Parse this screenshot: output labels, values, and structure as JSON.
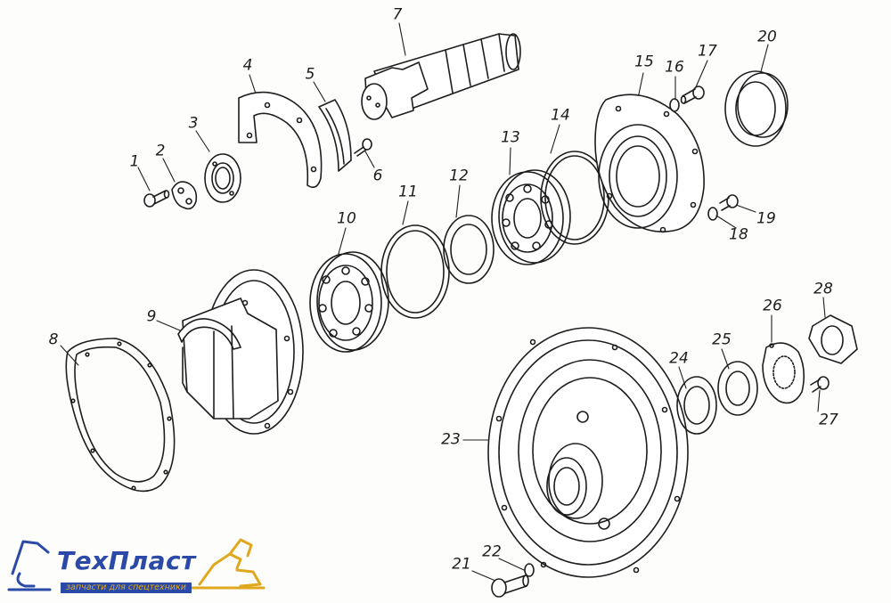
{
  "parts": [
    {
      "id": "p1",
      "label": "1"
    },
    {
      "id": "p2",
      "label": "2"
    },
    {
      "id": "p3",
      "label": "3"
    },
    {
      "id": "p4",
      "label": "4"
    },
    {
      "id": "p5",
      "label": "5"
    },
    {
      "id": "p6",
      "label": "6"
    },
    {
      "id": "p7",
      "label": "7"
    },
    {
      "id": "p8",
      "label": "8"
    },
    {
      "id": "p9",
      "label": "9"
    },
    {
      "id": "p10",
      "label": "10"
    },
    {
      "id": "p11",
      "label": "11"
    },
    {
      "id": "p12",
      "label": "12"
    },
    {
      "id": "p13",
      "label": "13"
    },
    {
      "id": "p14",
      "label": "14"
    },
    {
      "id": "p15",
      "label": "15"
    },
    {
      "id": "p16",
      "label": "16"
    },
    {
      "id": "p17",
      "label": "17"
    },
    {
      "id": "p18",
      "label": "18"
    },
    {
      "id": "p19",
      "label": "19"
    },
    {
      "id": "p20",
      "label": "20"
    },
    {
      "id": "p21",
      "label": "21"
    },
    {
      "id": "p22",
      "label": "22"
    },
    {
      "id": "p23",
      "label": "23"
    },
    {
      "id": "p24",
      "label": "24"
    },
    {
      "id": "p25",
      "label": "25"
    },
    {
      "id": "p26",
      "label": "26"
    },
    {
      "id": "p27",
      "label": "27"
    },
    {
      "id": "p28",
      "label": "28"
    }
  ],
  "logo": {
    "title": "ТехПласт",
    "subtitle": "запчасти для спецтехники",
    "colors": {
      "blue": "#2b4aa8",
      "gold": "#e0a81c"
    }
  },
  "colors": {
    "ink": "#1d1d1d",
    "paper": "#fdfdfb"
  }
}
